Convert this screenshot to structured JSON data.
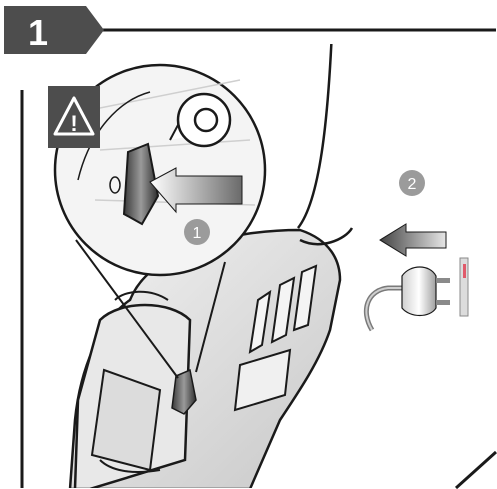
{
  "step": {
    "number": "1"
  },
  "warning": {
    "icon": "warning-triangle-icon",
    "glyph": "!"
  },
  "callouts": [
    {
      "label": "1"
    },
    {
      "label": "2"
    }
  ],
  "icons": {
    "arrow_left": "arrow-left-icon",
    "plug": "power-plug-icon",
    "socket": "wall-socket-icon",
    "power_off": "power-off-icon"
  },
  "colors": {
    "step_tab": "#4d4d4d",
    "warning_bg": "#4d4d4d",
    "callout_bg": "#9b9b9b",
    "line": "#1a1a1a"
  }
}
